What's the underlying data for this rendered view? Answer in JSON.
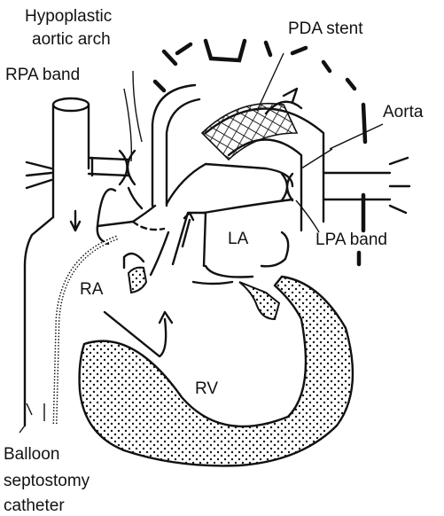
{
  "labels": {
    "hypoplastic_line1": "Hypoplastic",
    "hypoplastic_line2": "aortic arch",
    "pda_stent": "PDA stent",
    "rpa_band": "RPA band",
    "aorta": "Aorta",
    "la": "LA",
    "lpa_band": "LPA band",
    "ra": "RA",
    "rv": "RV",
    "balloon_line1": "Balloon",
    "balloon_line2": "septostomy",
    "balloon_line3": "catheter"
  },
  "colors": {
    "ink": "#111111",
    "background": "#ffffff"
  }
}
